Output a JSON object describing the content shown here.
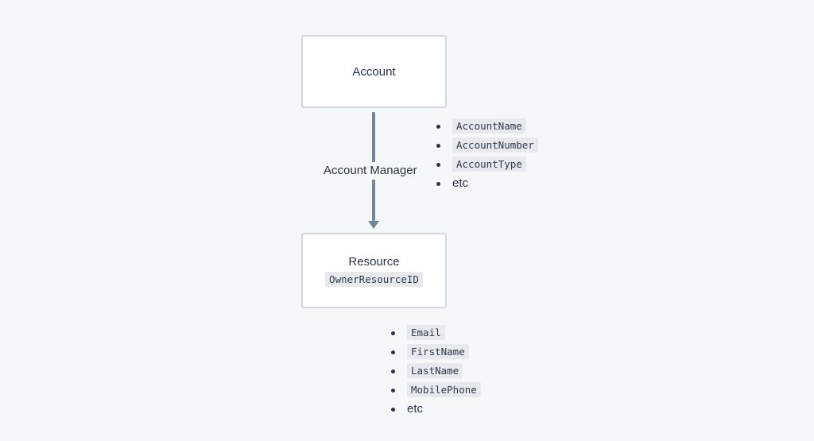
{
  "nodes": {
    "account": {
      "title": "Account"
    },
    "resource": {
      "title": "Resource",
      "field": "OwnerResourceID"
    }
  },
  "edge": {
    "label": "Account Manager",
    "color": "#75869a"
  },
  "account_fields": [
    "AccountName",
    "AccountNumber",
    "AccountType",
    "etc"
  ],
  "resource_fields": [
    "Email",
    "FirstName",
    "LastName",
    "MobilePhone",
    "etc"
  ],
  "colors": {
    "background": "#f5f8f9",
    "node_border": "#cfd9e1",
    "code_background": "#e6eaee",
    "text": "#2a3444"
  }
}
